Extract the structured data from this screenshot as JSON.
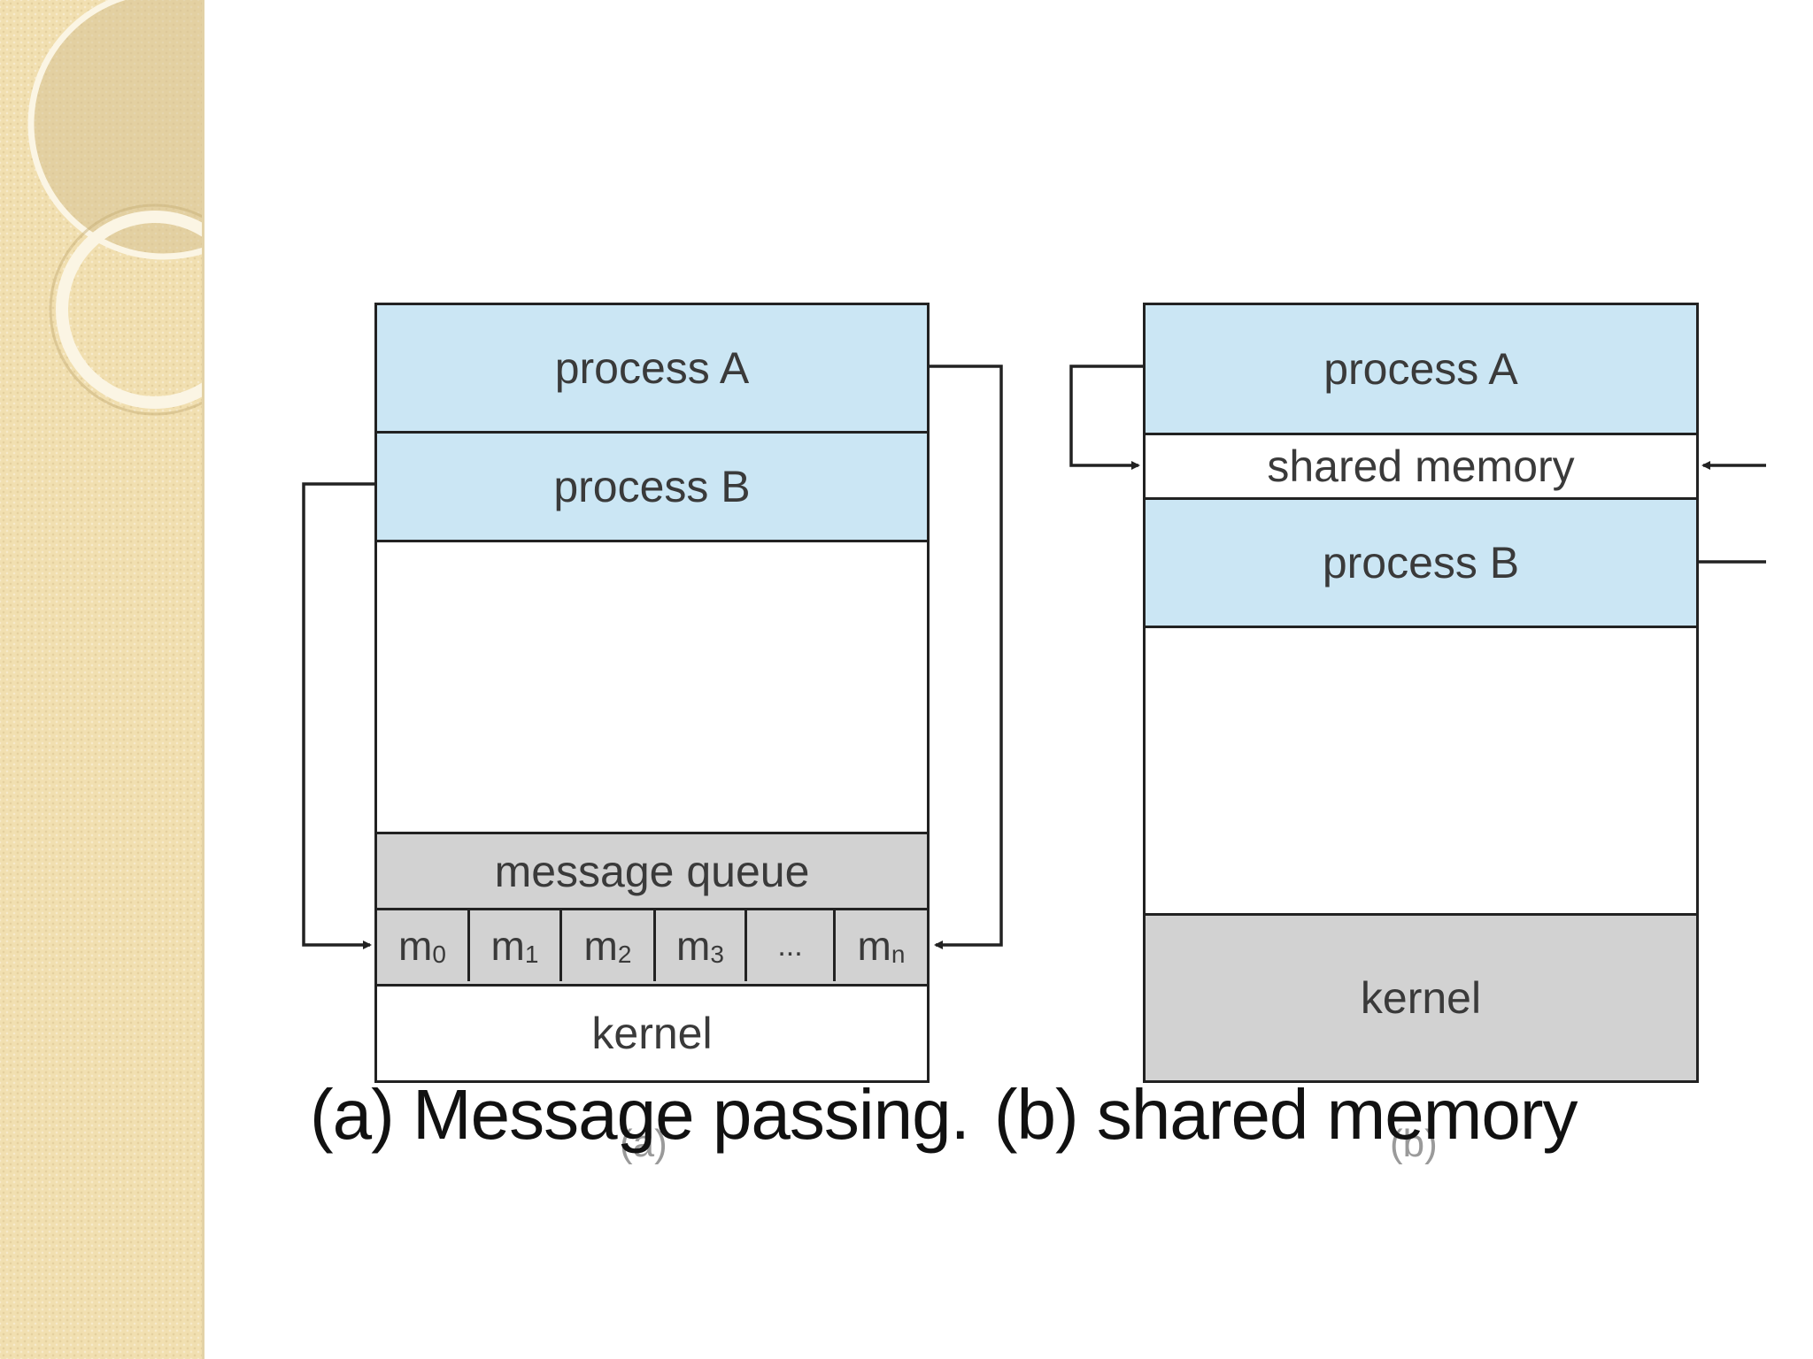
{
  "diagram_a": {
    "process_a": "process A",
    "process_b": "process B",
    "message_queue": "message queue",
    "messages": [
      {
        "base": "m",
        "sub": "0"
      },
      {
        "base": "m",
        "sub": "1"
      },
      {
        "base": "m",
        "sub": "2"
      },
      {
        "base": "m",
        "sub": "3"
      },
      {
        "base": "...",
        "sub": ""
      },
      {
        "base": "m",
        "sub": "n"
      }
    ],
    "kernel": "kernel",
    "sublabel": "(a)"
  },
  "diagram_b": {
    "process_a": "process A",
    "shared_memory": "shared memory",
    "process_b": "process B",
    "kernel": "kernel",
    "sublabel": "(b)"
  },
  "caption": {
    "part_a": "(a) Message passing.",
    "part_b": "(b) shared memory"
  },
  "colors": {
    "process_fill": "#cbe6f4",
    "kernel_fill": "#d2d2d2",
    "sidebar": "#f1dfb0"
  }
}
